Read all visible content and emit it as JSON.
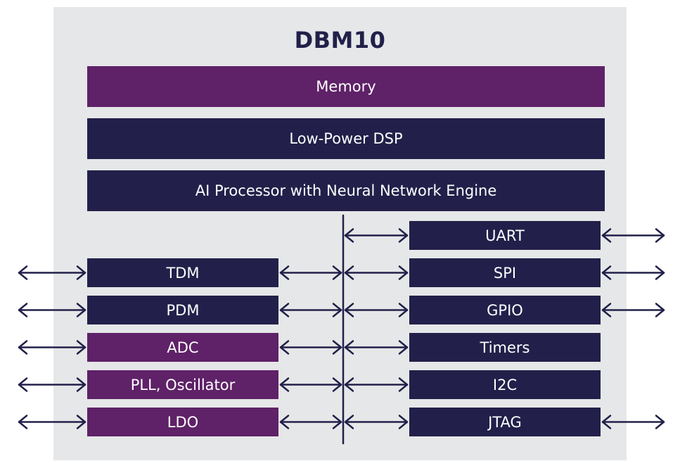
{
  "title": "DBM10",
  "colors": {
    "chip_bg": "#e6e7e8",
    "navy": "#22204a",
    "purple": "#5f2168",
    "wire": "#22204a"
  },
  "core_blocks": [
    {
      "label": "Memory",
      "color": "purple"
    },
    {
      "label": "Low-Power DSP",
      "color": "navy"
    },
    {
      "label": "AI Processor with Neural Network Engine",
      "color": "navy"
    }
  ],
  "left_blocks": [
    {
      "label": "TDM",
      "color": "navy",
      "external": true
    },
    {
      "label": "PDM",
      "color": "navy",
      "external": true
    },
    {
      "label": "ADC",
      "color": "purple",
      "external": true
    },
    {
      "label": "PLL, Oscillator",
      "color": "purple",
      "external": true
    },
    {
      "label": "LDO",
      "color": "purple",
      "external": true
    }
  ],
  "right_blocks": [
    {
      "label": "UART",
      "color": "navy",
      "external": true
    },
    {
      "label": "SPI",
      "color": "navy",
      "external": true
    },
    {
      "label": "GPIO",
      "color": "navy",
      "external": true
    },
    {
      "label": "Timers",
      "color": "navy",
      "external": false
    },
    {
      "label": "I2C",
      "color": "navy",
      "external": false
    },
    {
      "label": "JTAG",
      "color": "navy",
      "external": true
    }
  ]
}
